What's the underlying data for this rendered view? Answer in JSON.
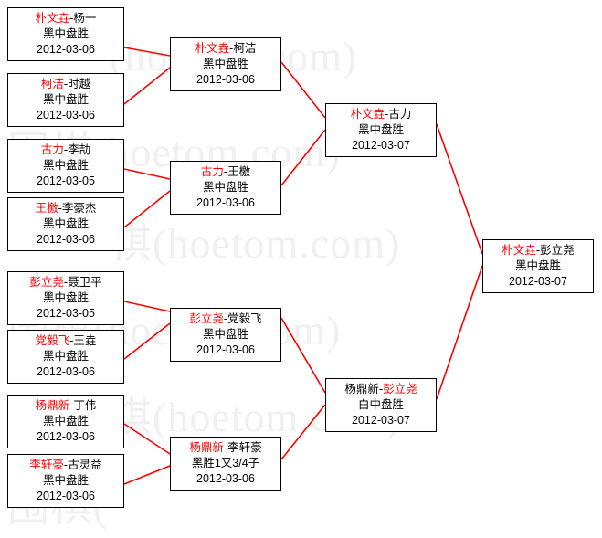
{
  "watermark": {
    "lines": [
      "(hoetom.com)",
      "围棋(hoetom.com)",
      "棋(hoetom.com)",
      "围棋(hoetom.com)",
      "棋(hoetom.com)",
      "围棋("
    ]
  },
  "colors": {
    "winner_name": "#ff0000",
    "loser_name": "#000000",
    "connector": "#ff0000",
    "node_border": "#000000",
    "background": "#ffffff"
  },
  "bracket": {
    "title": "",
    "rounds": [
      {
        "name": "round-1",
        "matches": [
          {
            "winner": "朴文垚",
            "loser": "杨一",
            "result": "黑中盘胜",
            "date": "2012-03-06"
          },
          {
            "winner": "柯洁",
            "loser": "时越",
            "result": "黑中盘胜",
            "date": "2012-03-06"
          },
          {
            "winner": "古力",
            "loser": "李劼",
            "result": "黑中盘胜",
            "date": "2012-03-05"
          },
          {
            "winner": "王檄",
            "loser": "李豪杰",
            "result": "黑中盘胜",
            "date": "2012-03-06"
          },
          {
            "winner": "彭立尧",
            "loser": "聂卫平",
            "result": "黑中盘胜",
            "date": "2012-03-05"
          },
          {
            "winner": "党毅飞",
            "loser": "王垚",
            "result": "黑中盘胜",
            "date": "2012-03-06"
          },
          {
            "winner": "杨鼎新",
            "loser": "丁伟",
            "result": "黑中盘胜",
            "date": "2012-03-06"
          },
          {
            "winner": "李轩豪",
            "loser": "古灵益",
            "result": "黑中盘胜",
            "date": "2012-03-06"
          }
        ]
      },
      {
        "name": "round-2",
        "matches": [
          {
            "winner": "朴文垚",
            "loser": "柯洁",
            "result": "黑中盘胜",
            "date": "2012-03-06"
          },
          {
            "winner": "古力",
            "loser": "王檄",
            "result": "黑中盘胜",
            "date": "2012-03-06"
          },
          {
            "winner": "彭立尧",
            "loser": "党毅飞",
            "result": "黑中盘胜",
            "date": "2012-03-06"
          },
          {
            "winner": "杨鼎新",
            "loser": "李轩豪",
            "result": "黑胜1又3/4子",
            "date": "2012-03-06"
          }
        ]
      },
      {
        "name": "round-3",
        "matches": [
          {
            "winner": "朴文垚",
            "loser": "古力",
            "result": "黑中盘胜",
            "date": "2012-03-07"
          },
          {
            "winner": "彭立尧",
            "loser": "杨鼎新",
            "result": "白中盘胜",
            "date": "2012-03-07"
          }
        ]
      },
      {
        "name": "final",
        "matches": [
          {
            "winner": "朴文垚",
            "loser": "彭立尧",
            "result": "黑中盘胜",
            "date": "2012-03-07"
          }
        ]
      }
    ]
  }
}
